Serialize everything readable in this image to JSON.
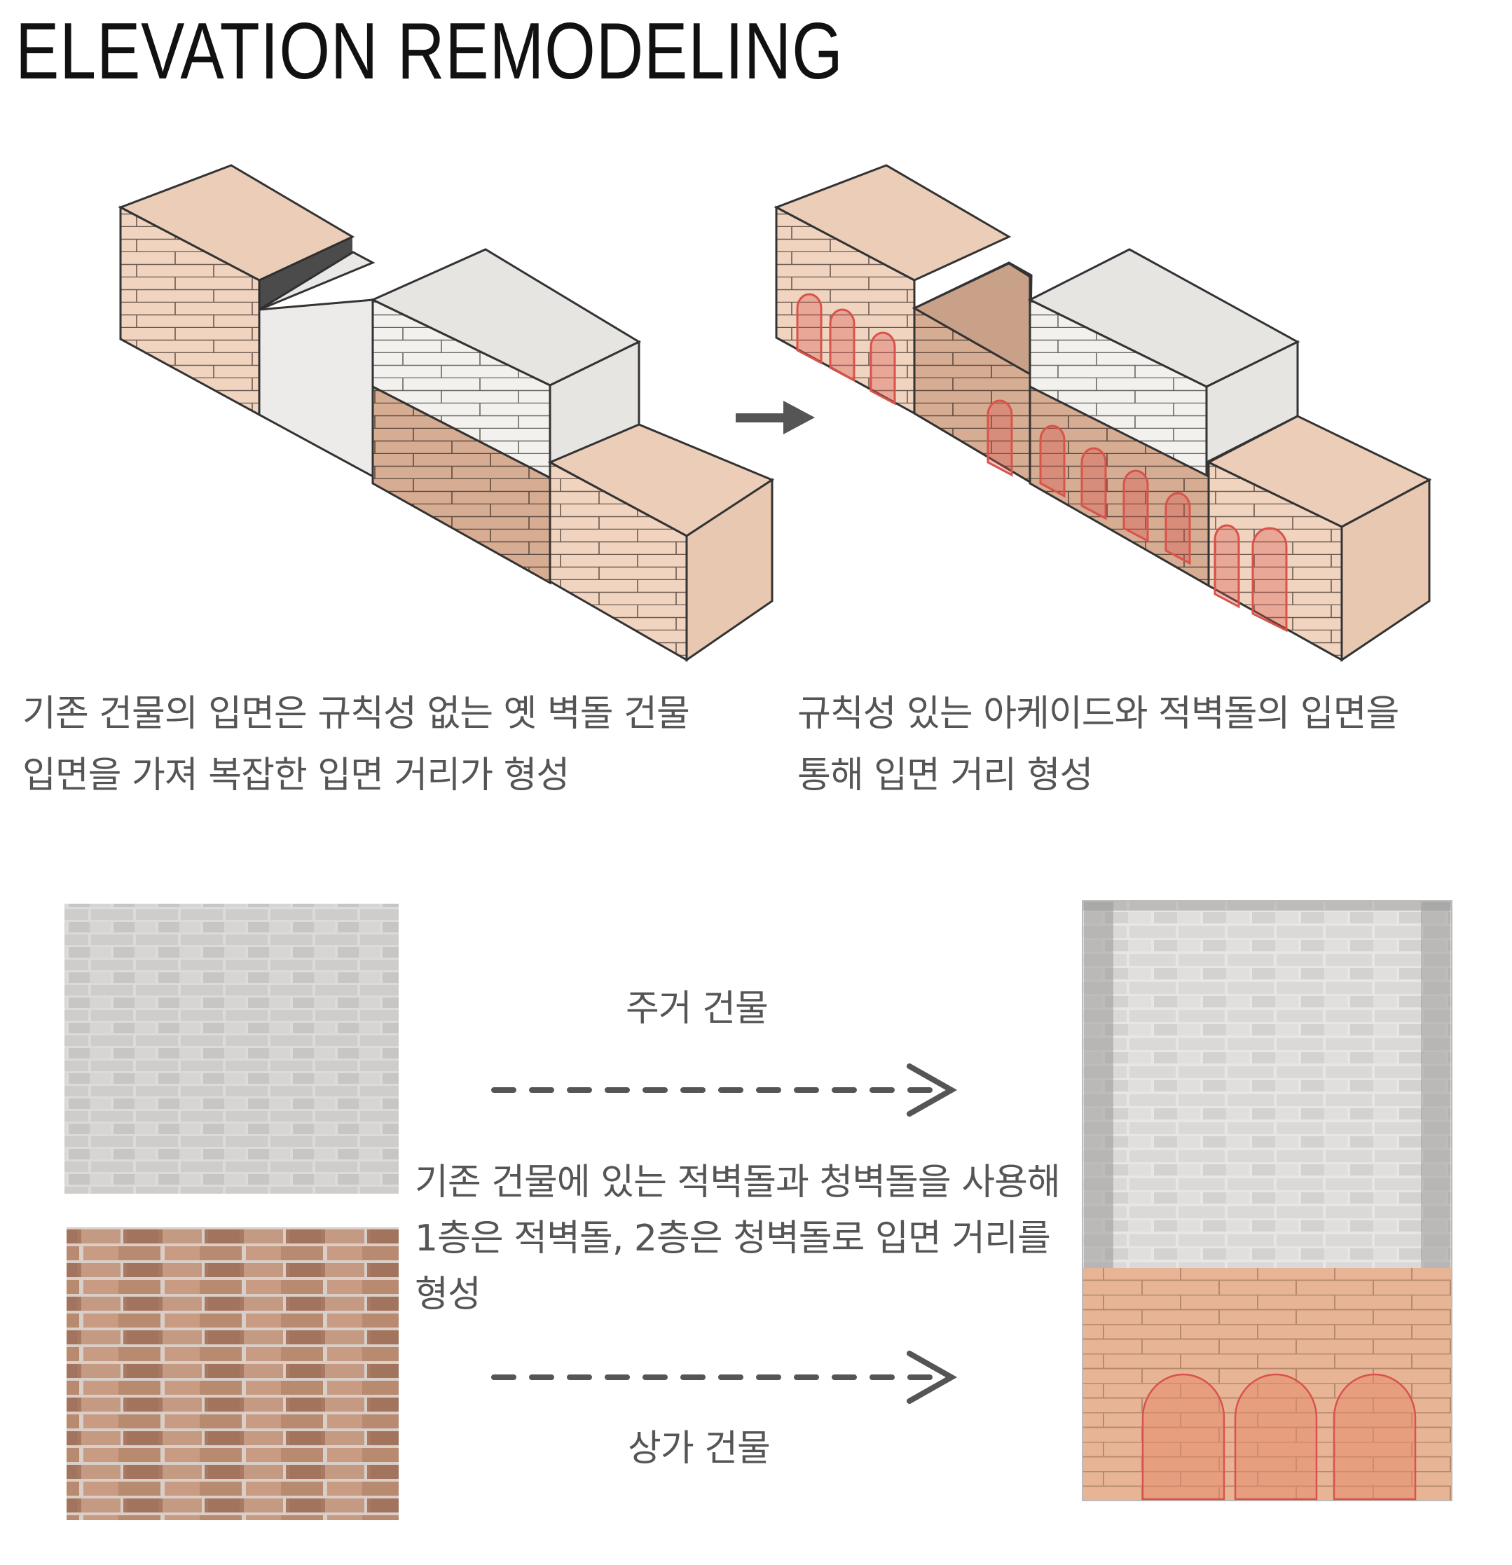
{
  "title": "ELEVATION REMODELING",
  "before": {
    "caption_lines": [
      "기존 건물의 입면은 규칙성 없는 옛 벽돌 건물",
      "입면을 가져 복잡한 입면 거리가 형성"
    ]
  },
  "after": {
    "caption_lines": [
      "규칙성 있는 아케이드와 적벽돌의 입면을",
      "통해 입면 거리 형성"
    ]
  },
  "materials": {
    "residential_label": "주거 건물",
    "commercial_label": "상가 건물",
    "description_lines": [
      "기존 건물에 있는 적벽돌과 청벽돌을 사용해",
      "1층은 적벽돌, 2층은 청벽돌로 입면 거리를",
      "형성"
    ]
  },
  "colors": {
    "beige_top": "#ECCDB7",
    "beige_side": "#E8C8B1",
    "brown": "#D2A891",
    "white_brick": "#EEEDEA",
    "grey_top": "#E6E5E2",
    "arch_red": "#D9534A",
    "arrow": "#555555"
  }
}
